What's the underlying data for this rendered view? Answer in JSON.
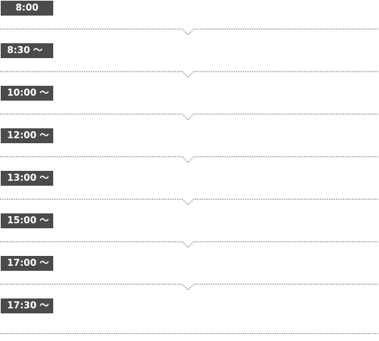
{
  "schedule": {
    "times": [
      "8:00",
      "8:30 〜",
      "10:00 〜",
      "12:00 〜",
      "13:00 〜",
      "15:00 〜",
      "17:00 〜",
      "17:30 〜"
    ]
  },
  "colors": {
    "badge_background": "#4b4b4b",
    "badge_text": "#ffffff",
    "divider_line": "#777777"
  }
}
